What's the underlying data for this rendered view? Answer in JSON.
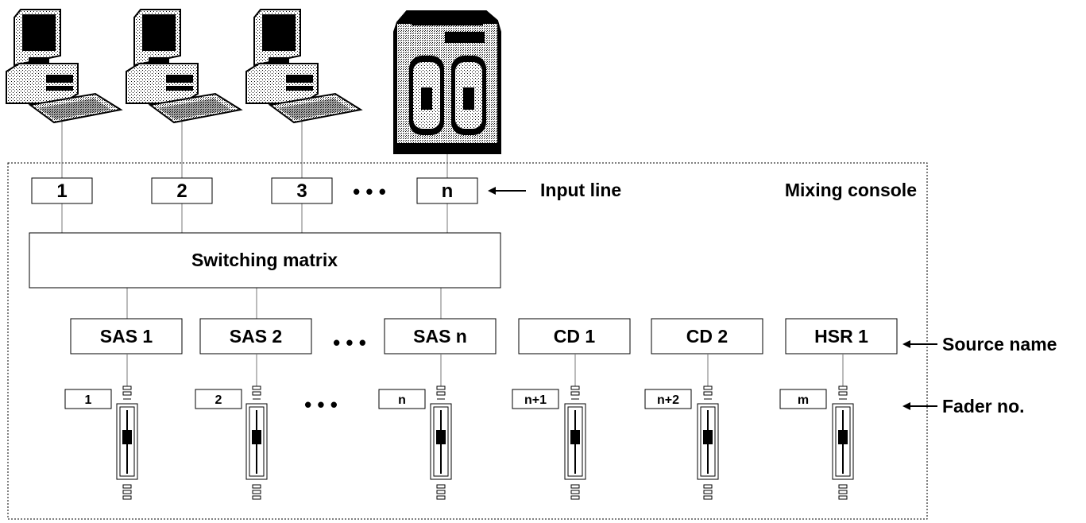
{
  "input_lines": [
    "1",
    "2",
    "3",
    "n"
  ],
  "ellipsis": "• • •",
  "labels": {
    "input_line": "Input line",
    "mixing_console": "Mixing console",
    "switching_matrix": "Switching matrix",
    "source_name": "Source name",
    "fader_no": "Fader no."
  },
  "sources": [
    "SAS 1",
    "SAS 2",
    "SAS n",
    "CD 1",
    "CD 2",
    "HSR 1"
  ],
  "faders": [
    "1",
    "2",
    "n",
    "n+1",
    "n+2",
    "m"
  ],
  "devices": [
    "computer",
    "computer",
    "computer",
    "server"
  ]
}
